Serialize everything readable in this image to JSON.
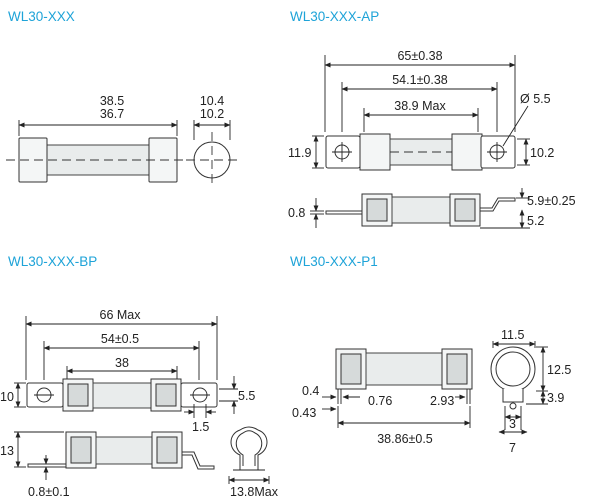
{
  "colors": {
    "title": "#1ea3d8",
    "ink": "#222222",
    "body_fill": "#e9ecec"
  },
  "panels": {
    "a": {
      "title": "WL30-XXX",
      "dims": {
        "len_a": "38.5",
        "len_b": "36.7",
        "dia_a": "10.4",
        "dia_b": "10.2"
      }
    },
    "b": {
      "title": "WL30-XXX-AP",
      "dims": {
        "overall": "65±0.38",
        "hole_span": "54.1±0.38",
        "body_max": "38.9 Max",
        "hole_dia": "Ø 5.5",
        "tab_h": "11.9",
        "body_h": "10.2",
        "thk": "0.8",
        "h1": "5.9±0.25",
        "h2": "5.2"
      }
    },
    "c": {
      "title": "WL30-XXX-BP",
      "dims": {
        "overall": "66 Max",
        "hole_span": "54±0.5",
        "body": "38",
        "tab_w": "10",
        "hole": "5.5",
        "tip": "1.5",
        "height": "13",
        "thk": "0.8±0.1",
        "clip_w": "13.8Max"
      }
    },
    "d": {
      "title": "WL30-XXX-P1",
      "dims": {
        "pin_a": "0.4",
        "pin_b": "0.43",
        "pin_c": "0.76",
        "pin_d": "2.93",
        "length": "38.86±0.5",
        "w": "11.5",
        "h": "12.5",
        "h2": "3.9",
        "foot": "3",
        "foot2": "7"
      }
    }
  }
}
